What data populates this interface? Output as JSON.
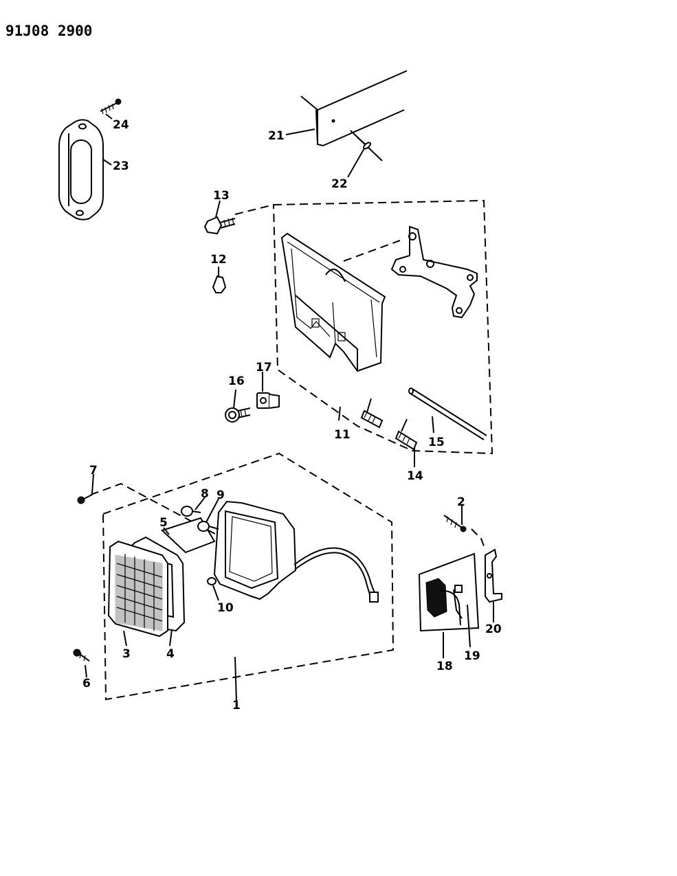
{
  "drawing_code": "91J08 2900",
  "callouts": [
    "1",
    "2",
    "3",
    "4",
    "5",
    "6",
    "7",
    "8",
    "9",
    "10",
    "11",
    "12",
    "13",
    "14",
    "15",
    "16",
    "17",
    "18",
    "19",
    "20",
    "21",
    "22",
    "23",
    "24"
  ]
}
